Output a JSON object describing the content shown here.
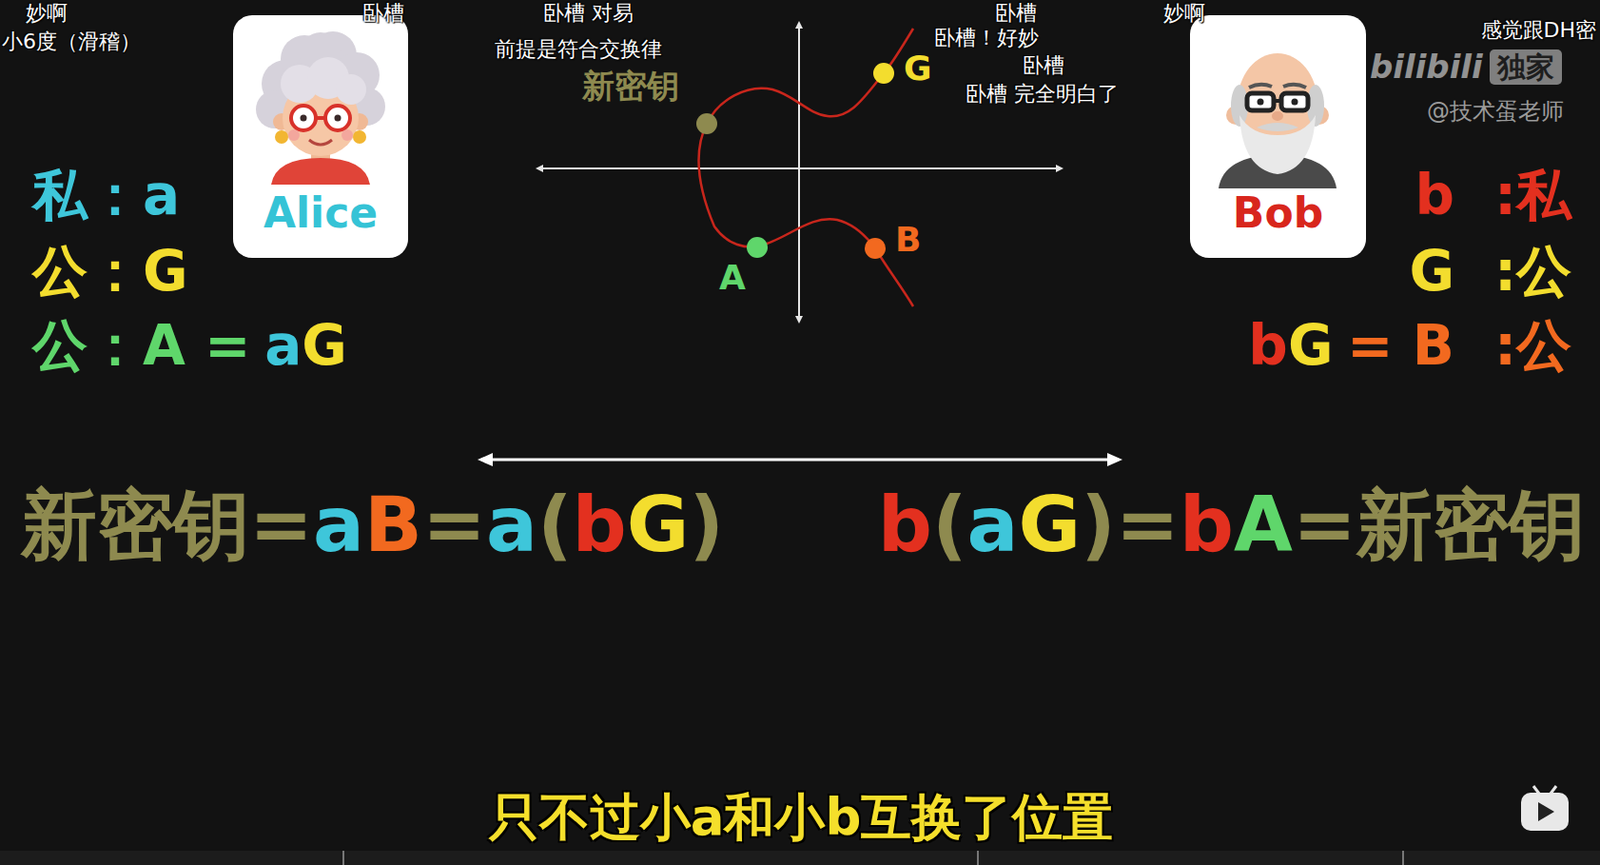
{
  "diagram": {
    "nodes": [
      {
        "text": [
          "Alice"
        ]
      },
      {
        "text": [
          "Bob"
        ]
      }
    ],
    "labels": [
      "妙啊",
      "小6度（滑稽）",
      "卧槽",
      "卧槽 对易",
      "卧槽",
      "卧槽！好妙",
      "卧槽",
      "卧槽 完全明白了",
      "妙啊",
      "感觉跟DH密",
      "前提是符合交换律",
      "新密钥",
      "G",
      "A",
      "B",
      "bilibili",
      "独家",
      "@技术蛋老师",
      "私：a",
      "公：G",
      "公：A =",
      "a",
      "G",
      "b",
      ":私",
      "G",
      ":公",
      "b",
      "G",
      "= B",
      ":公",
      "新密钥=",
      "a",
      "B",
      "=",
      "a",
      "(",
      "b",
      "G",
      ")",
      "b",
      "(",
      "a",
      "G",
      ")=",
      "b",
      "A",
      "=新密钥",
      "只不过小a和小b互换了位置"
    ]
  }
}
